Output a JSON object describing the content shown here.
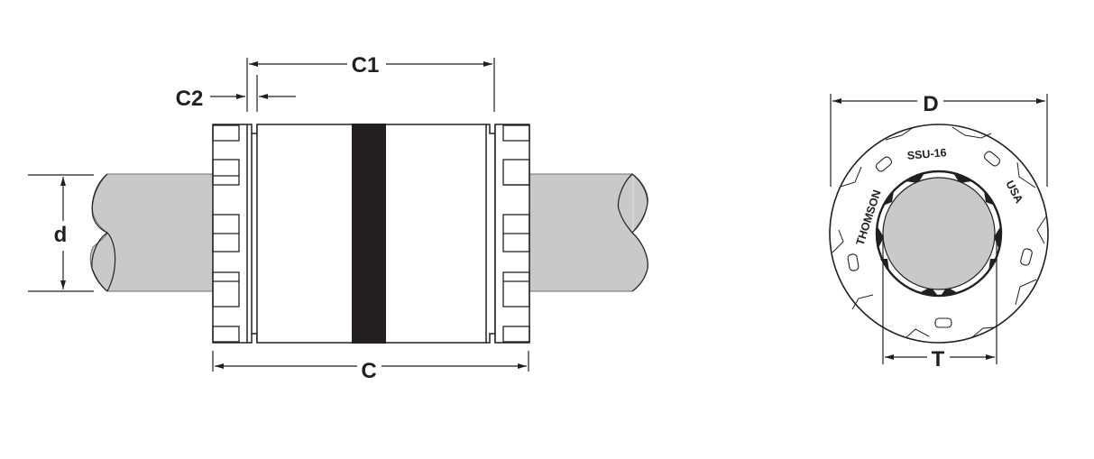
{
  "diagram": {
    "type": "technical-drawing",
    "subject": "linear ball bushing bearing on shaft",
    "side_view": {
      "dimensions": {
        "C": "C",
        "C1": "C1",
        "C2": "C2",
        "d": "d"
      }
    },
    "end_view": {
      "dimensions": {
        "D": "D",
        "T": "T"
      },
      "markings": {
        "model": "SSU-16",
        "brand": "THOMSON",
        "origin": "USA"
      }
    },
    "colors": {
      "line": "#231f20",
      "shaft_fill": "#c8c9cb",
      "band_fill": "#231f20",
      "background": "#ffffff"
    }
  }
}
